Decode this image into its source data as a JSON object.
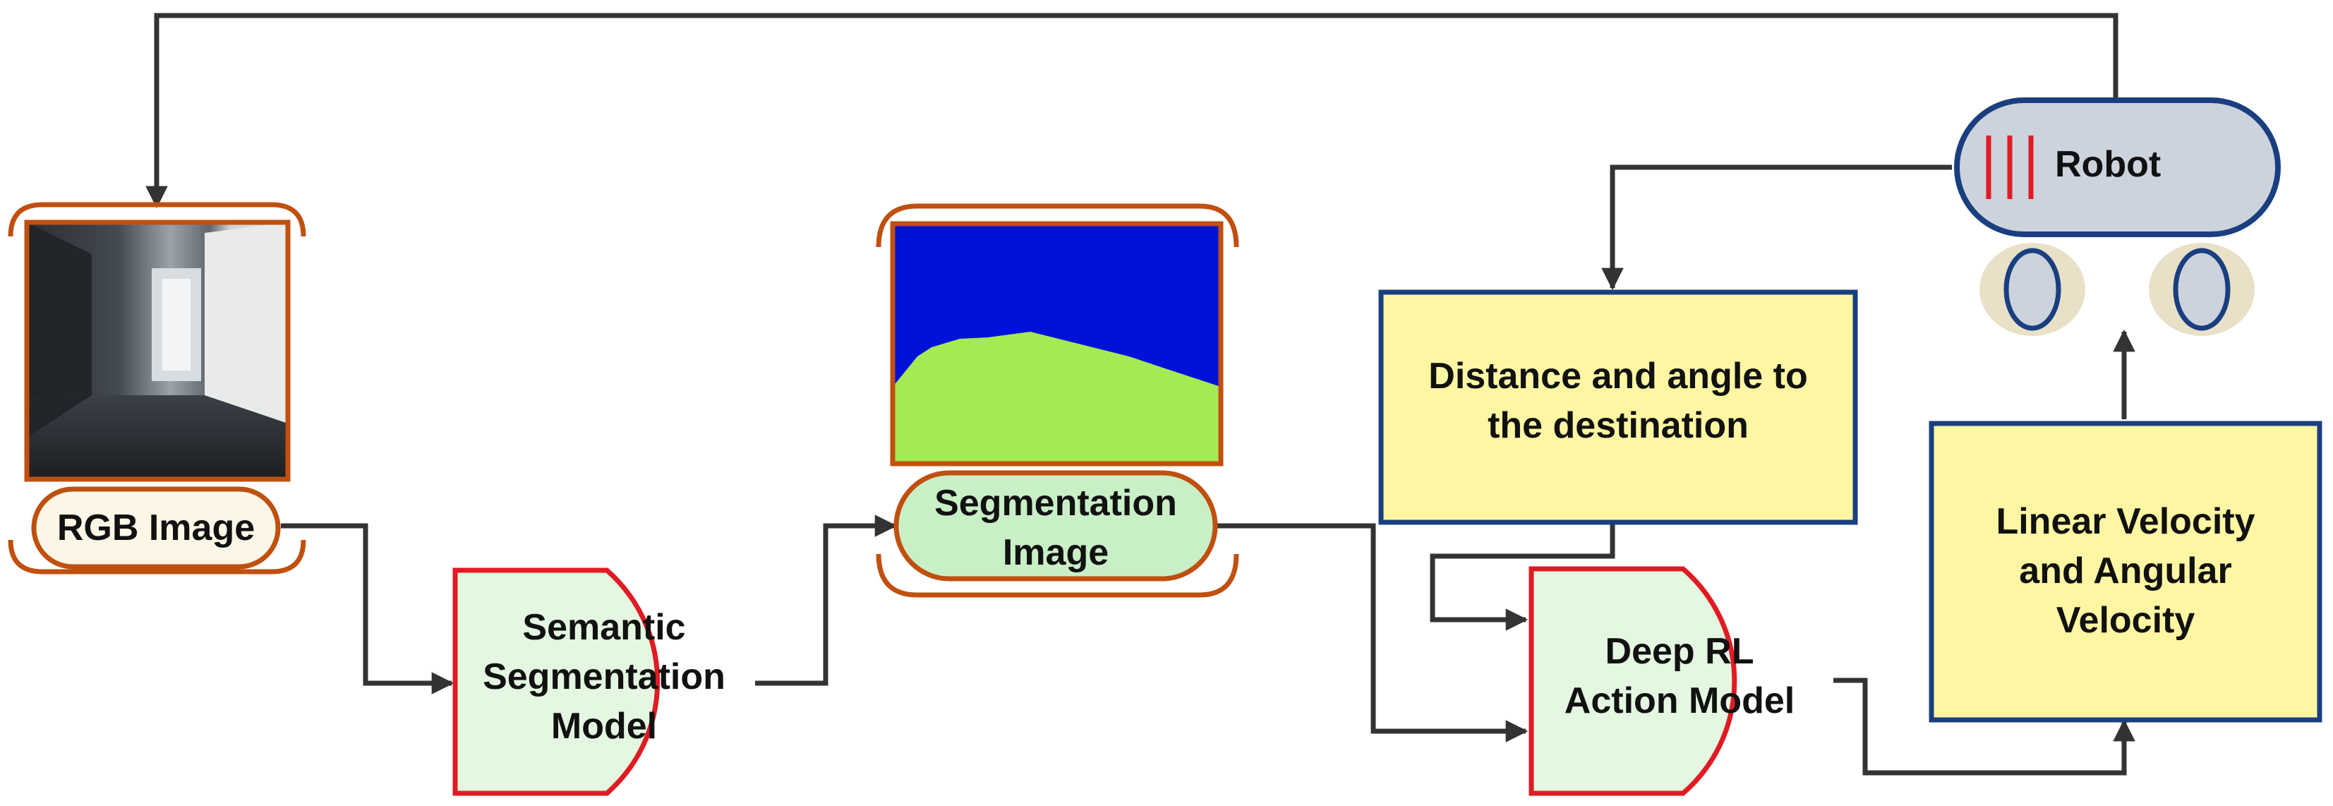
{
  "nodes": {
    "rgb_image": {
      "label": "RGB Image"
    },
    "semantic_segmentation_model": {
      "label_lines": [
        "Semantic",
        "Segmentation",
        "Model"
      ]
    },
    "segmentation_image": {
      "label_lines": [
        "Segmentation",
        "Image"
      ]
    },
    "distance_angle": {
      "label_lines": [
        "Distance and angle to",
        "the destination"
      ]
    },
    "deep_rl_action_model": {
      "label_lines": [
        "Deep RL",
        "Action Model"
      ]
    },
    "velocity": {
      "label_lines": [
        "Linear Velocity",
        "and Angular",
        "Velocity"
      ]
    },
    "robot": {
      "label": "Robot"
    }
  },
  "colors": {
    "image_frame": "#c0500f",
    "model_border": "#e01b24",
    "model_fill": "#e3f7e1",
    "info_box_border": "#1a3f80",
    "info_box_fill": "#fff6a3",
    "robot_body": "#ccd3dc",
    "robot_border": "#1a3f80",
    "robot_stripes": "#e01b24",
    "wheel_shadow": "#e8e1c8",
    "seg_sky": "#0012d8",
    "seg_ground": "#a3ea55",
    "seg_label_fill": "#c9efc6",
    "rgb_label_fill": "#fbf6e6",
    "connector": "#333333"
  }
}
